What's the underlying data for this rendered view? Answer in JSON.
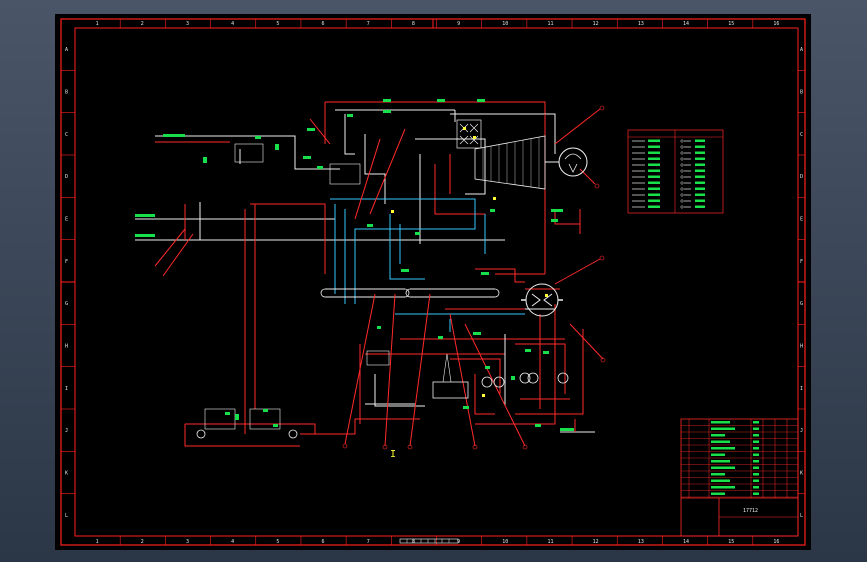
{
  "drawing": {
    "zone_cols": [
      "1",
      "2",
      "3",
      "4",
      "5",
      "6",
      "7",
      "8",
      "9",
      "10",
      "11",
      "12",
      "13",
      "14",
      "15",
      "16"
    ],
    "zone_rows": [
      "A",
      "B",
      "C",
      "D",
      "E",
      "F",
      "G",
      "H",
      "I",
      "J",
      "K",
      "L"
    ],
    "section_mark": "I",
    "title_block_name": "17712"
  },
  "colors": {
    "sheet": "#000000",
    "frame": "#ff2020",
    "pipe_red": "#ff2a2a",
    "pipe_cyan": "#39c6ff",
    "pipe_white": "#f0f0f0",
    "label_green": "#18e04a",
    "label_yellow": "#ffff33"
  }
}
